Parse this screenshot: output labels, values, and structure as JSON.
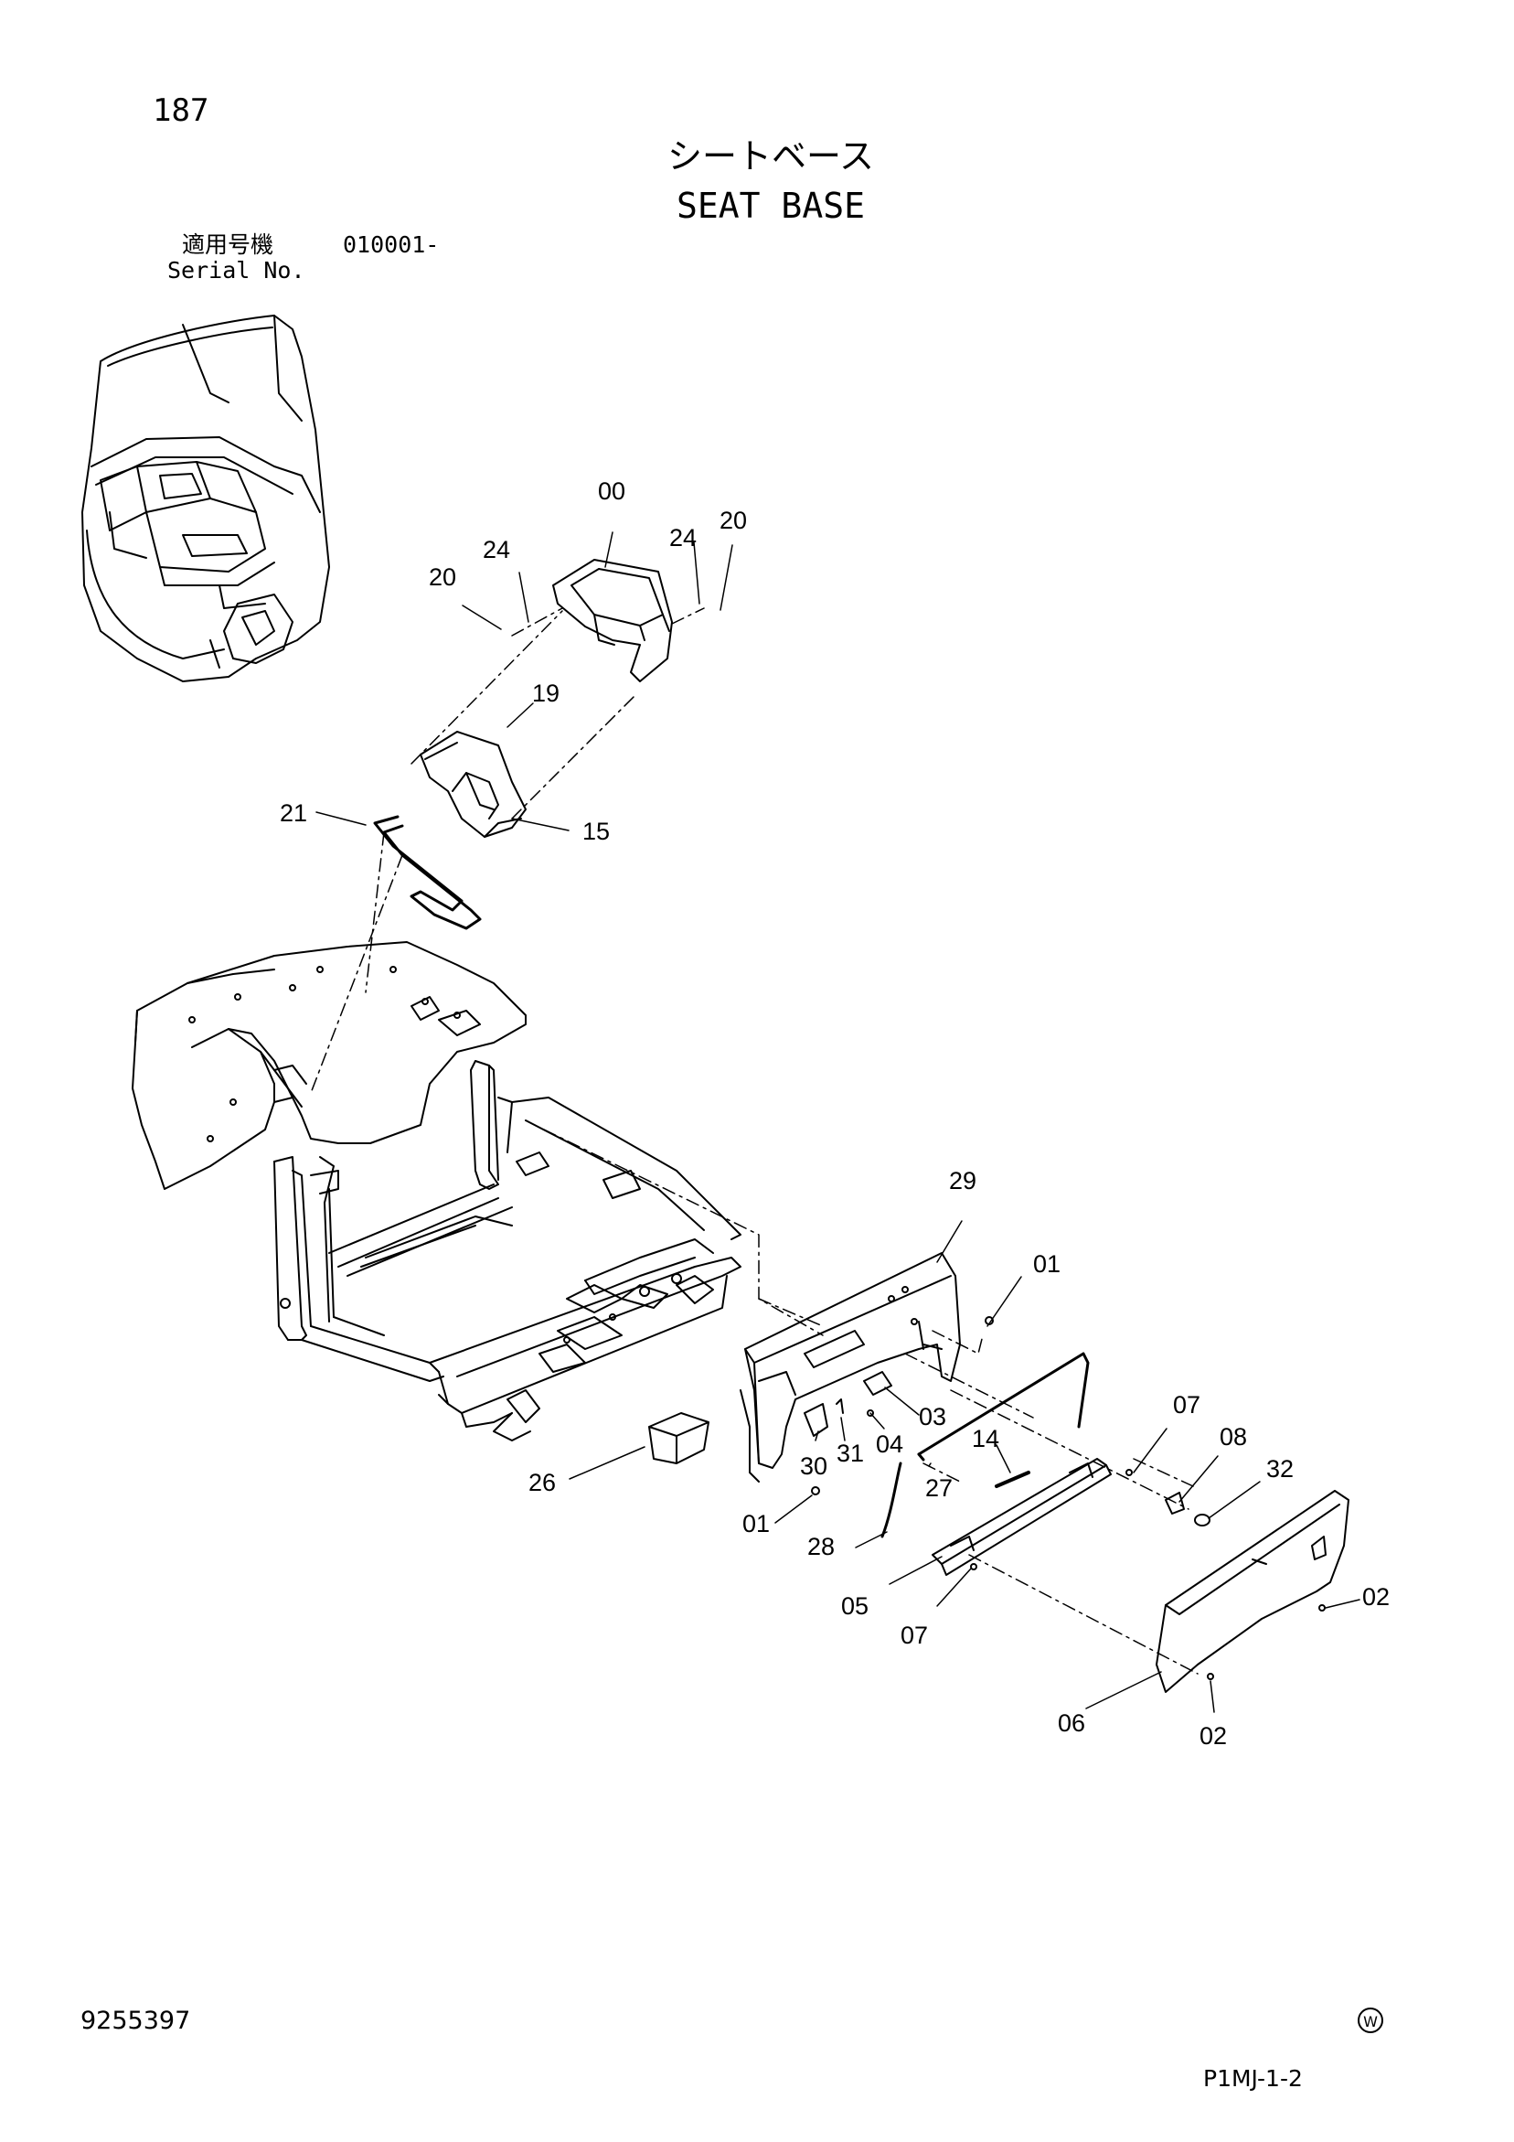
{
  "header": {
    "page_number": "187",
    "title_jp": "シートベース",
    "title_en": "SEAT BASE",
    "serial_label_jp": "適用号機",
    "serial_value": "010001-",
    "serial_label_en": "Serial No."
  },
  "footer": {
    "doc_code": "9255397",
    "w_mark": "W",
    "page_ref": "P1MJ-1-2"
  },
  "callouts": [
    {
      "id": "00",
      "label": "00"
    },
    {
      "id": "24a",
      "label": "24"
    },
    {
      "id": "20a",
      "label": "20"
    },
    {
      "id": "24b",
      "label": "24"
    },
    {
      "id": "20b",
      "label": "20"
    },
    {
      "id": "19",
      "label": "19"
    },
    {
      "id": "21",
      "label": "21"
    },
    {
      "id": "15",
      "label": "15"
    },
    {
      "id": "29",
      "label": "29"
    },
    {
      "id": "01a",
      "label": "01"
    },
    {
      "id": "03",
      "label": "03"
    },
    {
      "id": "04",
      "label": "04"
    },
    {
      "id": "31",
      "label": "31"
    },
    {
      "id": "30",
      "label": "30"
    },
    {
      "id": "26",
      "label": "26"
    },
    {
      "id": "01b",
      "label": "01"
    },
    {
      "id": "14",
      "label": "14"
    },
    {
      "id": "27",
      "label": "27"
    },
    {
      "id": "28",
      "label": "28"
    },
    {
      "id": "07a",
      "label": "07"
    },
    {
      "id": "08",
      "label": "08"
    },
    {
      "id": "32",
      "label": "32"
    },
    {
      "id": "05",
      "label": "05"
    },
    {
      "id": "07b",
      "label": "07"
    },
    {
      "id": "02a",
      "label": "02"
    },
    {
      "id": "06",
      "label": "06"
    },
    {
      "id": "02b",
      "label": "02"
    }
  ]
}
